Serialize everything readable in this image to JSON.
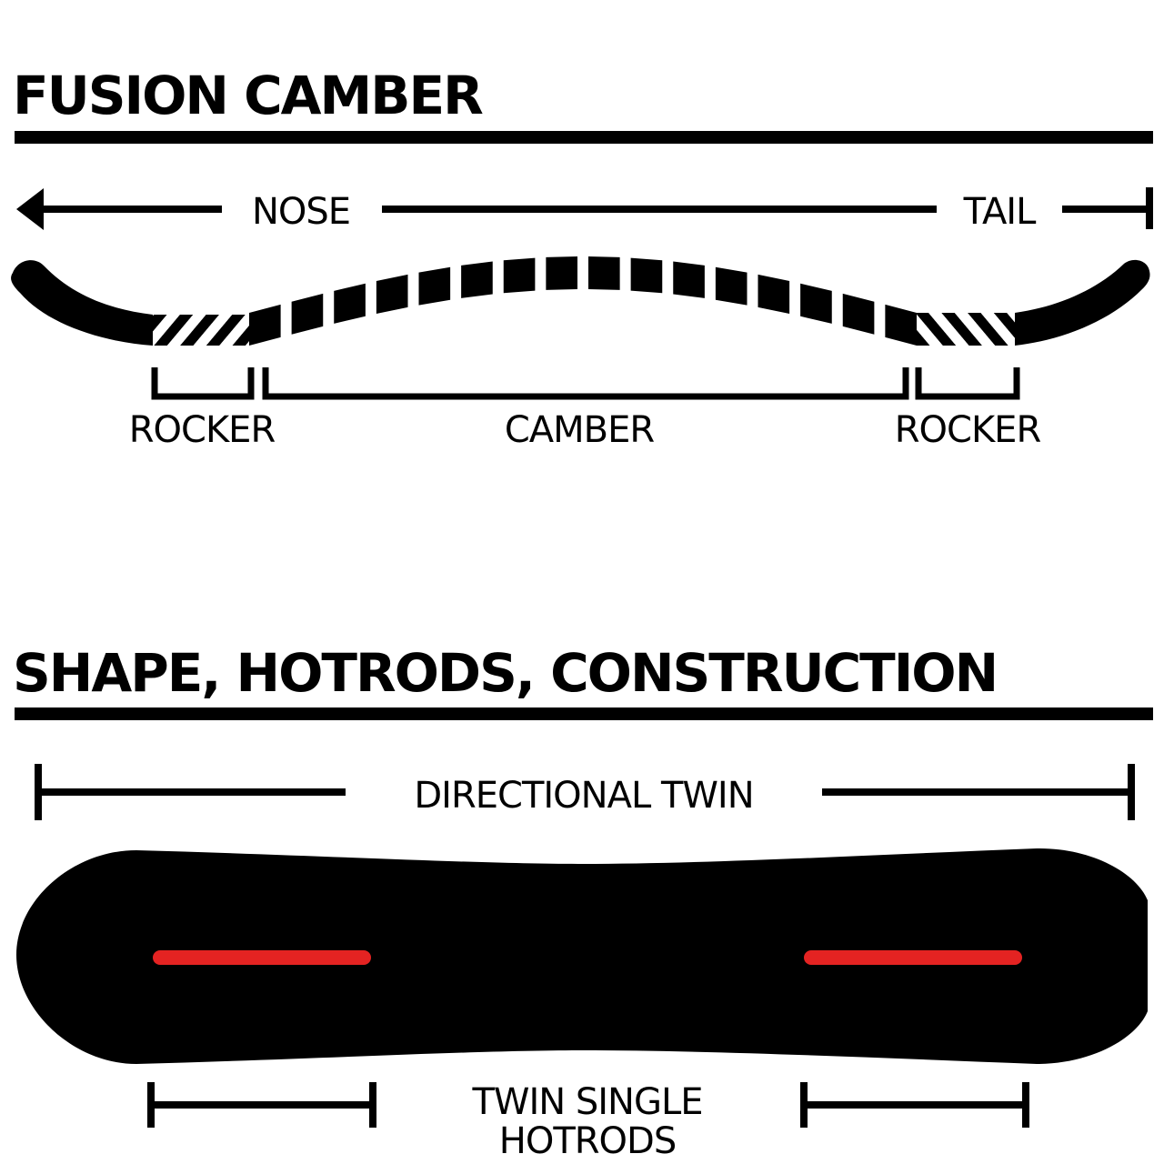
{
  "section_camber": {
    "title": "FUSION CAMBER",
    "direction": {
      "nose_label": "NOSE",
      "tail_label": "TAIL"
    },
    "zones": {
      "rocker_nose_label": "ROCKER",
      "camber_label": "CAMBER",
      "rocker_tail_label": "ROCKER"
    }
  },
  "section_shape": {
    "title": "SHAPE, HOTRODS, CONSTRUCTION",
    "shape_label": "DIRECTIONAL TWIN",
    "hotrods_label_line1": "TWIN SINGLE",
    "hotrods_label_line2": "HOTRODS"
  },
  "colors": {
    "ink": "#000000",
    "background": "#ffffff",
    "hotrod": "#e42322"
  }
}
